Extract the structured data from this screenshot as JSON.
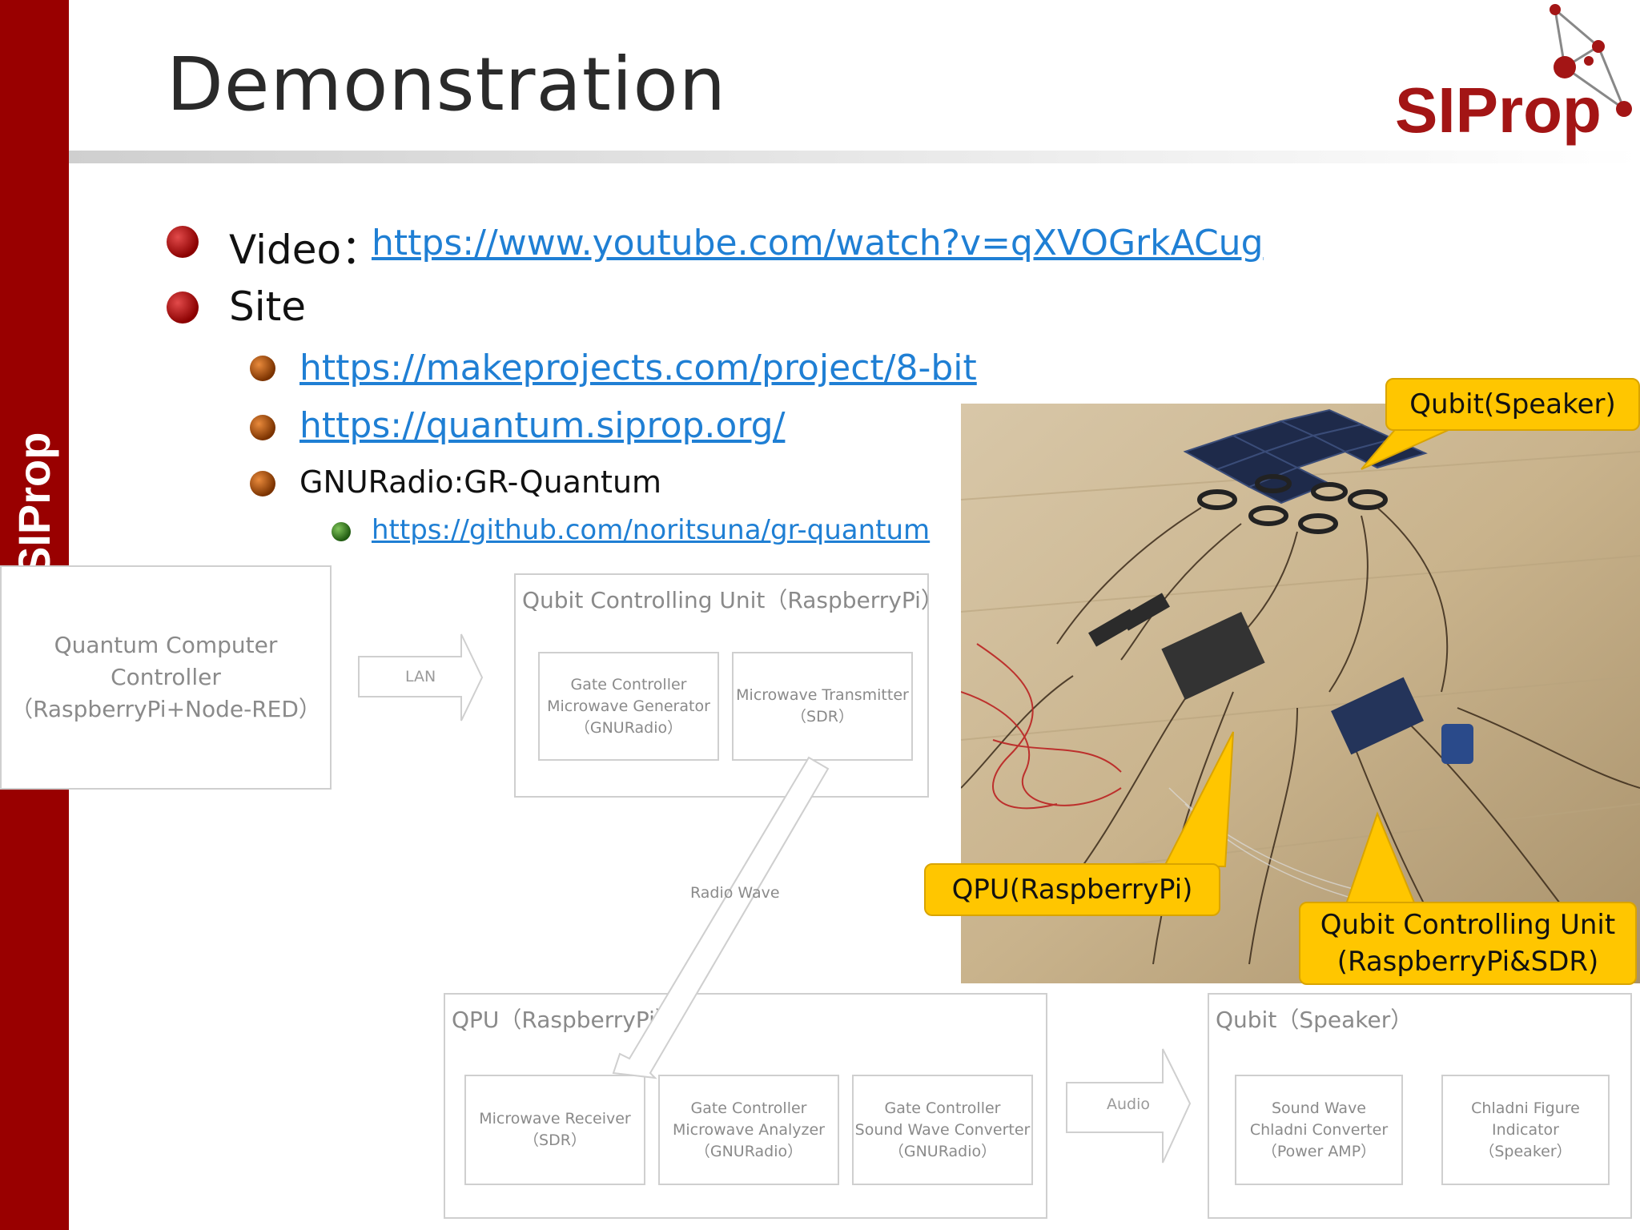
{
  "sidebar": {
    "text": "SIProp"
  },
  "title": "Demonstration",
  "logo": {
    "text": "SIProp"
  },
  "bullets": {
    "video_label": "Video",
    "video_colon": "：",
    "video_url": "https://www.youtube.com/watch?v=qXVOGrkACug",
    "site_label": "Site",
    "site_url1": "https://makeprojects.com/project/8-bit",
    "site_url2": "https://quantum.siprop.org/",
    "gnuradio": "GNURadio:GR-Quantum",
    "gr_url": "https://github.com/noritsuna/gr-quantum"
  },
  "diagram": {
    "controller": {
      "line1": "Quantum Computer",
      "line2": "Controller",
      "line3": "（RaspberryPi+Node-RED）"
    },
    "lan": "LAN",
    "qcu": {
      "title": "Qubit Controlling Unit（RaspberryPi）",
      "gate": {
        "line1": "Gate Controller",
        "line2": "Microwave Generator",
        "line3": "（GNURadio）"
      },
      "tx": {
        "line1": "Microwave Transmitter",
        "line2": "（SDR）"
      }
    },
    "radio": "Radio Wave",
    "qpu": {
      "title": "QPU（RaspberryPi）",
      "rx": {
        "line1": "Microwave Receiver",
        "line2": "（SDR）"
      },
      "analyzer": {
        "line1": "Gate Controller",
        "line2": "Microwave Analyzer",
        "line3": "（GNURadio）"
      },
      "converter": {
        "line1": "Gate Controller",
        "line2": "Sound Wave Converter",
        "line3": "（GNURadio）"
      }
    },
    "audio": "Audio",
    "qubit": {
      "title": "Qubit（Speaker）",
      "amp": {
        "line1": "Sound Wave",
        "line2": "Chladni Converter",
        "line3": "（Power AMP）"
      },
      "indicator": {
        "line1": "Chladni Figure",
        "line2": "Indicator",
        "line3": "（Speaker）"
      }
    }
  },
  "callouts": {
    "qubit_speaker": "Qubit(Speaker)",
    "qpu": "QPU(RaspberryPi)",
    "qcu_line1": "Qubit Controlling Unit",
    "qcu_line2": "(RaspberryPi&SDR)"
  },
  "colors": {
    "sidebar": "#990000",
    "link": "#1f7fd4",
    "callout": "#ffc600",
    "logo": "#a31515"
  }
}
